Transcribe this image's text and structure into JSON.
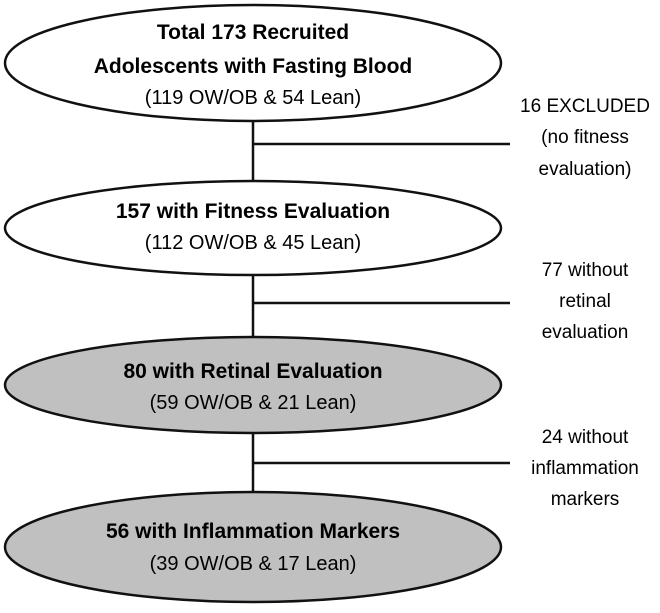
{
  "nodes": [
    {
      "lines": [
        "Total 173 Recruited",
        "Adolescents with Fasting Blood"
      ],
      "sub": "(119 OW/OB & 54 Lean)",
      "fill": "#ffffff"
    },
    {
      "lines": [
        "157 with Fitness Evaluation"
      ],
      "sub": "(112 OW/OB & 45 Lean)",
      "fill": "#ffffff"
    },
    {
      "lines": [
        "80 with Retinal Evaluation"
      ],
      "sub": "(59 OW/OB & 21 Lean)",
      "fill": "#c0c0c0"
    },
    {
      "lines": [
        "56 with Inflammation Markers"
      ],
      "sub": "(39 OW/OB  & 17 Lean)",
      "fill": "#c0c0c0"
    }
  ],
  "exclusions": [
    {
      "lines": [
        "16 EXCLUDED",
        "(no fitness",
        "evaluation)"
      ]
    },
    {
      "lines": [
        "77 without",
        "retinal",
        "evaluation"
      ]
    },
    {
      "lines": [
        "24 without",
        "inflammation",
        "markers"
      ]
    }
  ],
  "colors": {
    "stroke": "#111111",
    "text": "#111111"
  }
}
